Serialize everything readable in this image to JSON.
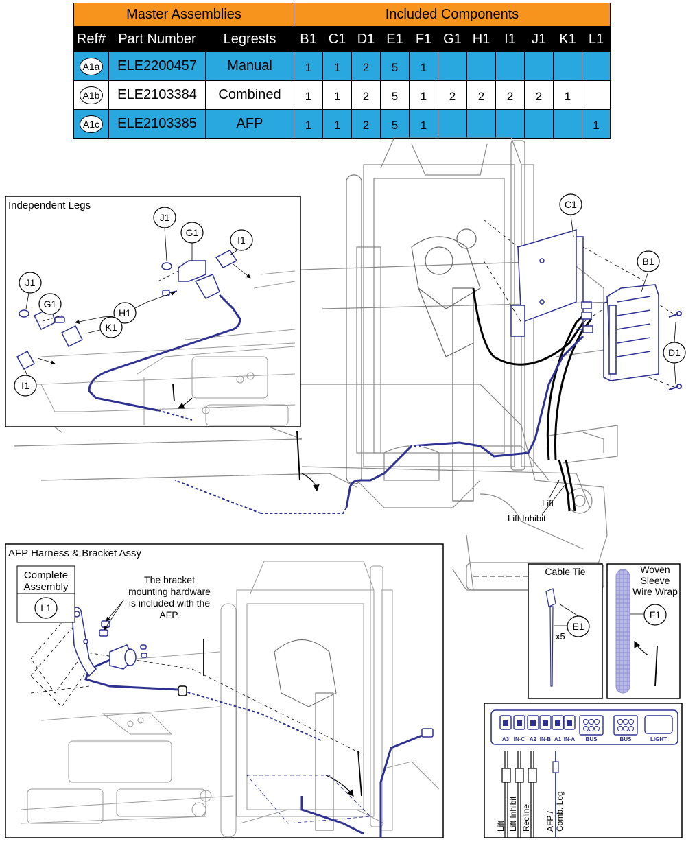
{
  "table": {
    "group_headers": {
      "master": "Master Assemblies",
      "included": "Included Components"
    },
    "column_headers": [
      "Ref#",
      "Part Number",
      "Legrests"
    ],
    "component_headers": [
      "B1",
      "C1",
      "D1",
      "E1",
      "F1",
      "G1",
      "H1",
      "I1",
      "J1",
      "K1",
      "L1"
    ],
    "rows": [
      {
        "ref": "A1a",
        "part_number": "ELE2200457",
        "legrests": "Manual",
        "values": [
          "1",
          "1",
          "2",
          "5",
          "1",
          "",
          "",
          "",
          "",
          "",
          ""
        ]
      },
      {
        "ref": "A1b",
        "part_number": "ELE2103384",
        "legrests": "Combined",
        "values": [
          "1",
          "1",
          "2",
          "5",
          "1",
          "2",
          "2",
          "2",
          "2",
          "1",
          ""
        ]
      },
      {
        "ref": "A1c",
        "part_number": "ELE2103385",
        "legrests": "AFP",
        "values": [
          "1",
          "1",
          "2",
          "5",
          "1",
          "",
          "",
          "",
          "",
          "",
          "1"
        ]
      }
    ]
  },
  "callouts": {
    "c1": "C1",
    "b1": "B1",
    "d1": "D1",
    "j1_top": "J1",
    "g1_top": "G1",
    "i1_top": "I1",
    "j1_left": "J1",
    "g1_left": "G1",
    "h1": "H1",
    "k1": "K1",
    "i1_bottom": "I1",
    "e1": "E1",
    "f1": "F1",
    "l1": "L1"
  },
  "insets": {
    "independent_legs": "Independent Legs",
    "afp_harness": "AFP Harness & Bracket Assy",
    "complete_assembly_line1": "Complete",
    "complete_assembly_line2": "Assembly",
    "bracket_note": [
      "The bracket",
      "mounting hardware",
      "is included with the",
      "AFP."
    ],
    "cable_tie": "Cable Tie",
    "cable_tie_qty": "x5",
    "woven_sleeve": [
      "Woven",
      "Sleeve",
      "Wire Wrap"
    ]
  },
  "labels": {
    "lift": "Lift",
    "lift_inhibit": "Lift Inhibit"
  },
  "connector_panel": {
    "ports": [
      "A3",
      "IN-C",
      "A2",
      "IN-B",
      "A1",
      "IN-A",
      "BUS",
      "BUS",
      "LIGHT"
    ],
    "wires": [
      "Lift",
      "Lift Inhibit",
      "Recline",
      "AFP /",
      "Comb. Leg"
    ]
  },
  "colors": {
    "header_orange": "#f7941d",
    "row_blue": "#29a8e0",
    "harness_blue": "#2e3192"
  }
}
